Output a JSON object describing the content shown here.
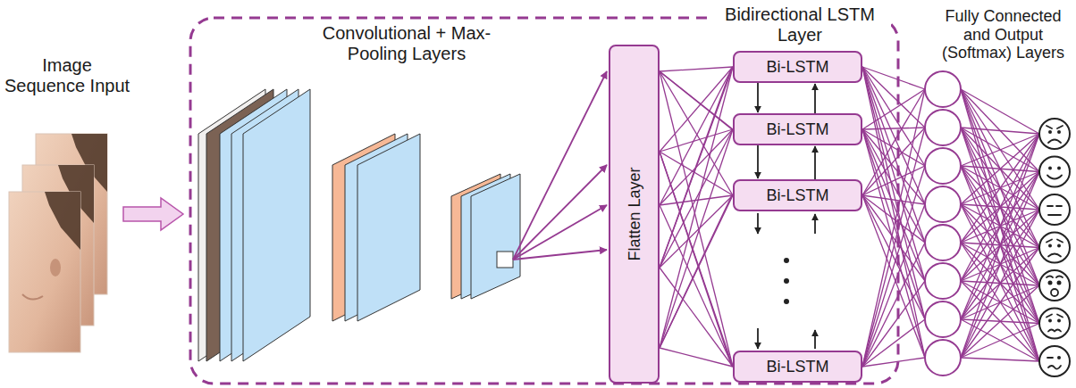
{
  "diagram": {
    "nodes": [
      {
        "text": [
          "Flatten Layer"
        ]
      },
      {
        "text": [
          "Bi-LSTM"
        ]
      },
      {
        "text": [
          "Bi-LSTM"
        ]
      },
      {
        "text": [
          "Bi-LSTM"
        ]
      },
      {
        "text": [
          "Bi-LSTM"
        ]
      }
    ],
    "edges": [
      {
        "from": 0,
        "to": 1,
        "arrow": "none"
      },
      {
        "from": 0,
        "to": 2,
        "arrow": "none"
      },
      {
        "from": 0,
        "to": 3,
        "arrow": "none"
      },
      {
        "from": 0,
        "to": 4,
        "arrow": "none"
      },
      {
        "from": 1,
        "to": 2,
        "arrow": "to"
      },
      {
        "from": 2,
        "to": 1,
        "arrow": "to"
      },
      {
        "from": 2,
        "to": 3,
        "arrow": "to"
      },
      {
        "from": 3,
        "to": 2,
        "arrow": "to"
      }
    ],
    "labels": [
      "Image Sequence Input",
      "Convolutional + Max-Pooling Layers",
      "Bidirectional LSTM Layer",
      "Fully Connected and Output (Softmax) Layers"
    ]
  }
}
